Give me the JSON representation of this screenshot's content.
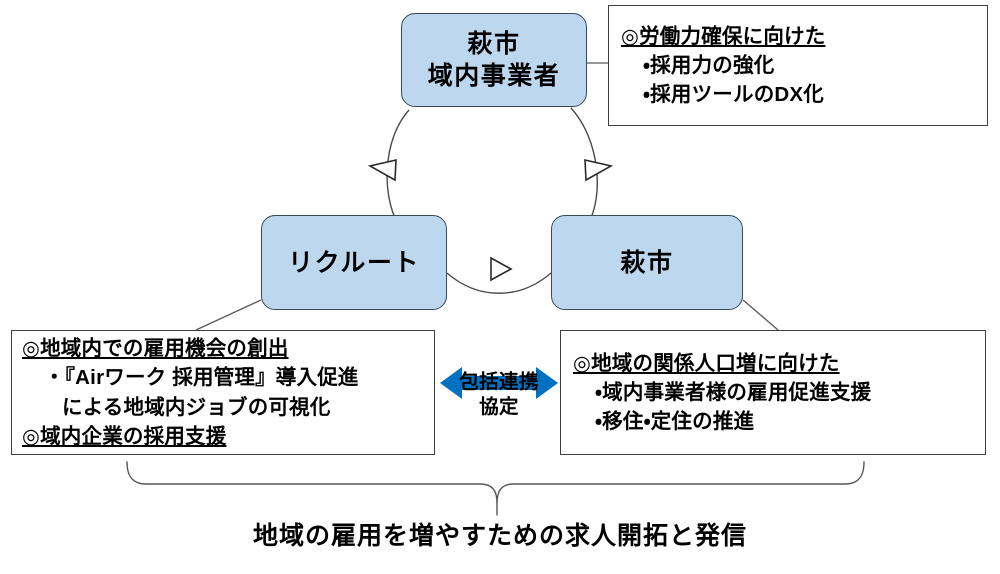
{
  "diagram": {
    "nodes": {
      "hagi_local_business": {
        "line1": "萩市",
        "line2": "域内事業者"
      },
      "recruit": {
        "label": "リクルート"
      },
      "hagi_city": {
        "label": "萩市"
      }
    },
    "boxes": {
      "top_right": {
        "heading": "◎労働力確保に向けた",
        "items": [
          "・採用力の強化",
          "・採用ツールのDX化"
        ]
      },
      "bottom_left": {
        "heading1": "◎地域内での雇用機会の創出",
        "item1": "・『Airワーク 採用管理』導入促進",
        "item1_cont": "による地域内ジョブの可視化",
        "heading2": "◎域内企業の採用支援"
      },
      "bottom_right": {
        "heading": "◎地域の関係人口増に向けた",
        "items": [
          "・域内事業者様の雇用促進支援",
          "・移住・定住の推進"
        ]
      }
    },
    "agreement": {
      "label_line1": "包括連携",
      "label_line2": "協定"
    },
    "caption": "地域の雇用を増やすための求人開拓と発信",
    "colors": {
      "node_fill": "#BDD7EE",
      "node_stroke": "#3A4A5A",
      "box_stroke": "#3F3F3F",
      "arrow_blue": "#0070C0",
      "connector": "#595959",
      "text": "#000000"
    }
  }
}
